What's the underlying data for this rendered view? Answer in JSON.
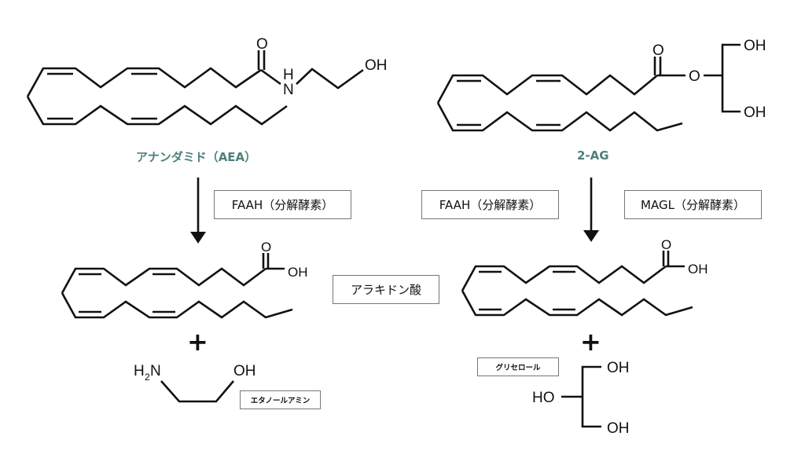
{
  "molecules": {
    "aea": {
      "name": "アナンダミド（AEA）",
      "atoms": {
        "carbonyl_o": "O",
        "n": "N",
        "nh": "H",
        "oh": "OH"
      }
    },
    "two_ag": {
      "name": "2-AG",
      "atoms": {
        "carbonyl_o": "O",
        "ester_o": "O",
        "oh_top": "OH",
        "oh_bottom": "OH"
      }
    },
    "arachidonic_acid_left": {
      "atoms": {
        "carbonyl_o": "O",
        "oh": "OH"
      }
    },
    "arachidonic_acid_right": {
      "atoms": {
        "carbonyl_o": "O",
        "oh": "OH"
      }
    },
    "ethanolamine": {
      "atoms": {
        "h2n_h": "H",
        "h2n_sub": "2",
        "h2n_n": "N",
        "oh": "OH"
      }
    },
    "glycerol": {
      "atoms": {
        "oh_top": "OH",
        "ho_mid": "HO",
        "oh_bottom": "OH"
      }
    }
  },
  "labels": {
    "faah_left": "FAAH（分解酵素）",
    "faah_right": "FAAH（分解酵素）",
    "magl": "MAGL（分解酵素）",
    "arachidonic_acid": "アラキドン酸",
    "ethanolamine": "エタノールアミン",
    "glycerol": "グリセロール"
  },
  "symbols": {
    "plus": "+"
  },
  "colors": {
    "title": "#4f7f7c",
    "ink": "#111111",
    "box_border": "#777777"
  }
}
